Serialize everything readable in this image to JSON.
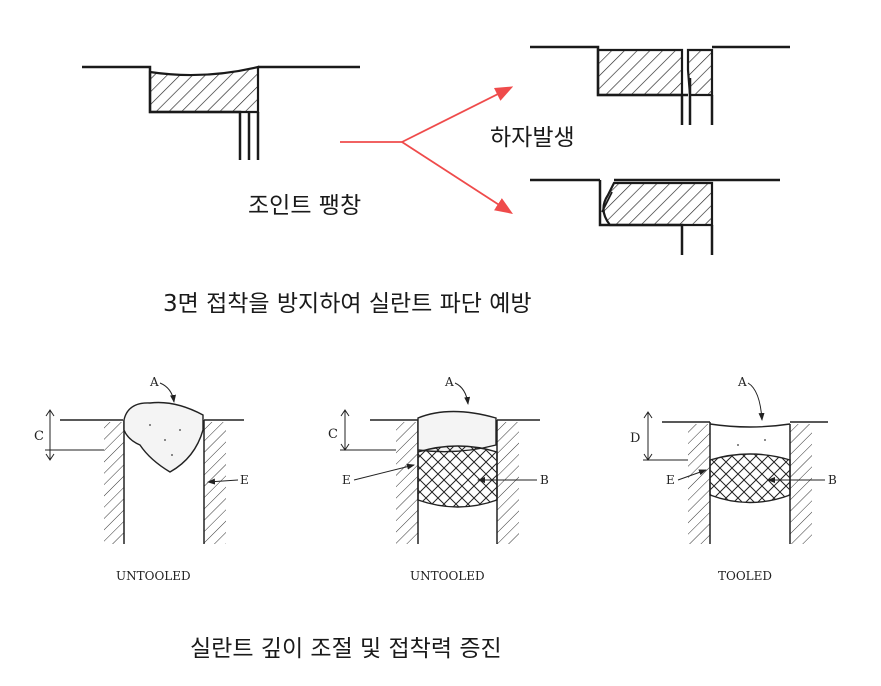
{
  "top": {
    "expansion_label": "조인트 팽창",
    "load_label": "하자발생",
    "caption": "3면 접착을 방지하여 실란트 파단 예방"
  },
  "bottom": {
    "caption": "실란트 깊이 조절 및 접착력 증진",
    "diagrams": [
      {
        "caption": "UNTOOLED",
        "depth_label": "C",
        "labels": [
          "A",
          "E"
        ]
      },
      {
        "caption": "UNTOOLED",
        "depth_label": "C",
        "labels": [
          "A",
          "E",
          "B"
        ]
      },
      {
        "caption": "TOOLED",
        "depth_label": "D",
        "labels": [
          "A",
          "E",
          "B"
        ]
      }
    ]
  },
  "colors": {
    "arrow": "#ef4b4b",
    "line": "#1a1a1a"
  }
}
